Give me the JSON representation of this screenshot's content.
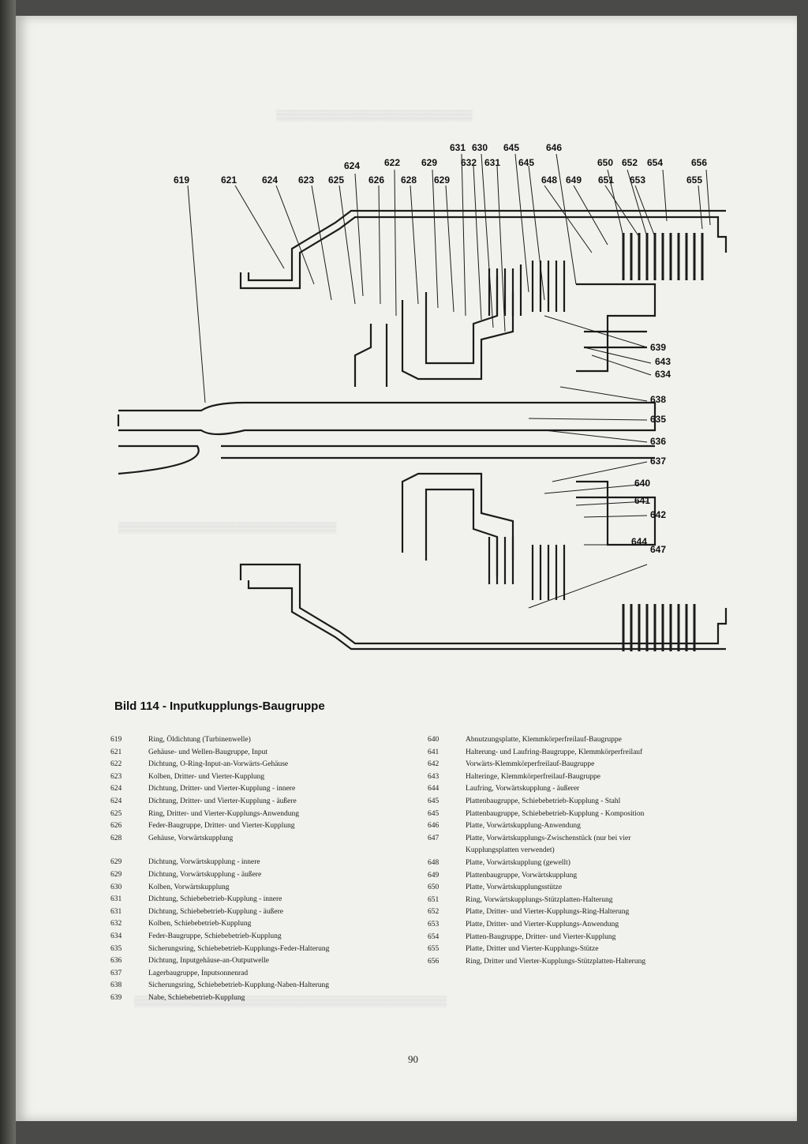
{
  "figure": {
    "title": "Bild 114 - Inputkupplungs-Baugruppe",
    "labels_top": [
      "619",
      "621",
      "624",
      "623",
      "625",
      "624",
      "626",
      "622",
      "628",
      "629",
      "629",
      "631",
      "630",
      "632",
      "631",
      "645",
      "645",
      "646",
      "648",
      "649",
      "650",
      "651",
      "652",
      "653",
      "654",
      "656",
      "655"
    ],
    "labels_right": [
      "639",
      "643",
      "634",
      "638",
      "635",
      "636",
      "637",
      "640",
      "641",
      "642",
      "644",
      "647"
    ]
  },
  "legend_left": [
    {
      "num": "619",
      "text": "Ring, Öldichtung (Turbinenwelle)"
    },
    {
      "num": "621",
      "text": "Gehäuse- und Wellen-Baugruppe, Input"
    },
    {
      "num": "622",
      "text": "Dichtung, O-Ring-Input-an-Vorwärts-Gehäuse"
    },
    {
      "num": "623",
      "text": "Kolben, Dritter- und Vierter-Kupplung"
    },
    {
      "num": "624",
      "text": "Dichtung, Dritter- und Vierter-Kupplung - innere"
    },
    {
      "num": "624",
      "text": "Dichtung, Dritter- und Vierter-Kupplung - äußere"
    },
    {
      "num": "625",
      "text": "Ring, Dritter- und Vierter-Kupplungs-Anwendung"
    },
    {
      "num": "626",
      "text": "Feder-Baugruppe, Dritter- und Vierter-Kupplung"
    },
    {
      "num": "628",
      "text": "Gehäuse, Vorwärtskupplung"
    },
    {
      "num": "629",
      "text": "Dichtung, Vorwärtskupplung - innere"
    },
    {
      "num": "629",
      "text": "Dichtung, Vorwärtskupplung - äußere"
    },
    {
      "num": "630",
      "text": "Kolben, Vorwärtskupplung"
    },
    {
      "num": "631",
      "text": "Dichtung, Schiebebetrieb-Kupplung - innere"
    },
    {
      "num": "631",
      "text": "Dichtung, Schiebebetrieb-Kupplung - äußere"
    },
    {
      "num": "632",
      "text": "Kolben, Schiebebetrieb-Kupplung"
    },
    {
      "num": "634",
      "text": "Feder-Baugruppe, Schiebebetrieb-Kupplung"
    },
    {
      "num": "635",
      "text": "Sicherungsring, Schiebebetrieb-Kupplungs-Feder-Halterung"
    },
    {
      "num": "636",
      "text": "Dichtung, Inputgehäuse-an-Outputwelle"
    },
    {
      "num": "637",
      "text": "Lagerbaugruppe, Inputsonnenrad"
    },
    {
      "num": "638",
      "text": "Sicherungsring, Schiebebetrieb-Kupplung-Naben-Halterung"
    },
    {
      "num": "639",
      "text": "Nabe, Schiebebetrieb-Kupplung"
    }
  ],
  "legend_right": [
    {
      "num": "640",
      "text": "Abnutzungsplatte, Klemmkörperfreilauf-Baugruppe"
    },
    {
      "num": "641",
      "text": "Halterung- und Laufring-Baugruppe, Klemmkörperfreilauf"
    },
    {
      "num": "642",
      "text": "Vorwärts-Klemmkörperfreilauf-Baugruppe"
    },
    {
      "num": "643",
      "text": "Halteringe, Klemmkörperfreilauf-Baugruppe"
    },
    {
      "num": "644",
      "text": "Laufring, Vorwärtskupplung - äußerer"
    },
    {
      "num": "645",
      "text": "Plattenbaugruppe, Schiebebetrieb-Kupplung - Stahl"
    },
    {
      "num": "645",
      "text": "Plattenbaugruppe, Schiebebetrieb-Kupplung - Komposition"
    },
    {
      "num": "646",
      "text": "Platte, Vorwärtskupplung-Anwendung"
    },
    {
      "num": "647",
      "text": "Platte, Vorwärtskupplungs-Zwischenstück (nur bei vier"
    },
    {
      "num": "",
      "text": "Kupplungsplatten verwendet)"
    },
    {
      "num": "648",
      "text": "Platte, Vorwärtskupplung (gewellt)"
    },
    {
      "num": "649",
      "text": "Plattenbaugruppe, Vorwärtskupplung"
    },
    {
      "num": "650",
      "text": "Platte, Vorwärtskupplungsstütze"
    },
    {
      "num": "651",
      "text": "Ring, Vorwärtskupplungs-Stützplatten-Halterung"
    },
    {
      "num": "652",
      "text": "Platte, Dritter- und Vierter-Kupplungs-Ring-Halterung"
    },
    {
      "num": "653",
      "text": "Platte, Dritter- und Vierter-Kupplungs-Anwendung"
    },
    {
      "num": "654",
      "text": "Platten-Baugruppe, Dritter- und Vierter-Kupplung"
    },
    {
      "num": "655",
      "text": "Platte, Dritter und Vierter-Kupplungs-Stütze"
    },
    {
      "num": "656",
      "text": "Ring, Dritter und Vierter-Kupplungs-Stützplatten-Halterung"
    }
  ],
  "page_number": "90"
}
